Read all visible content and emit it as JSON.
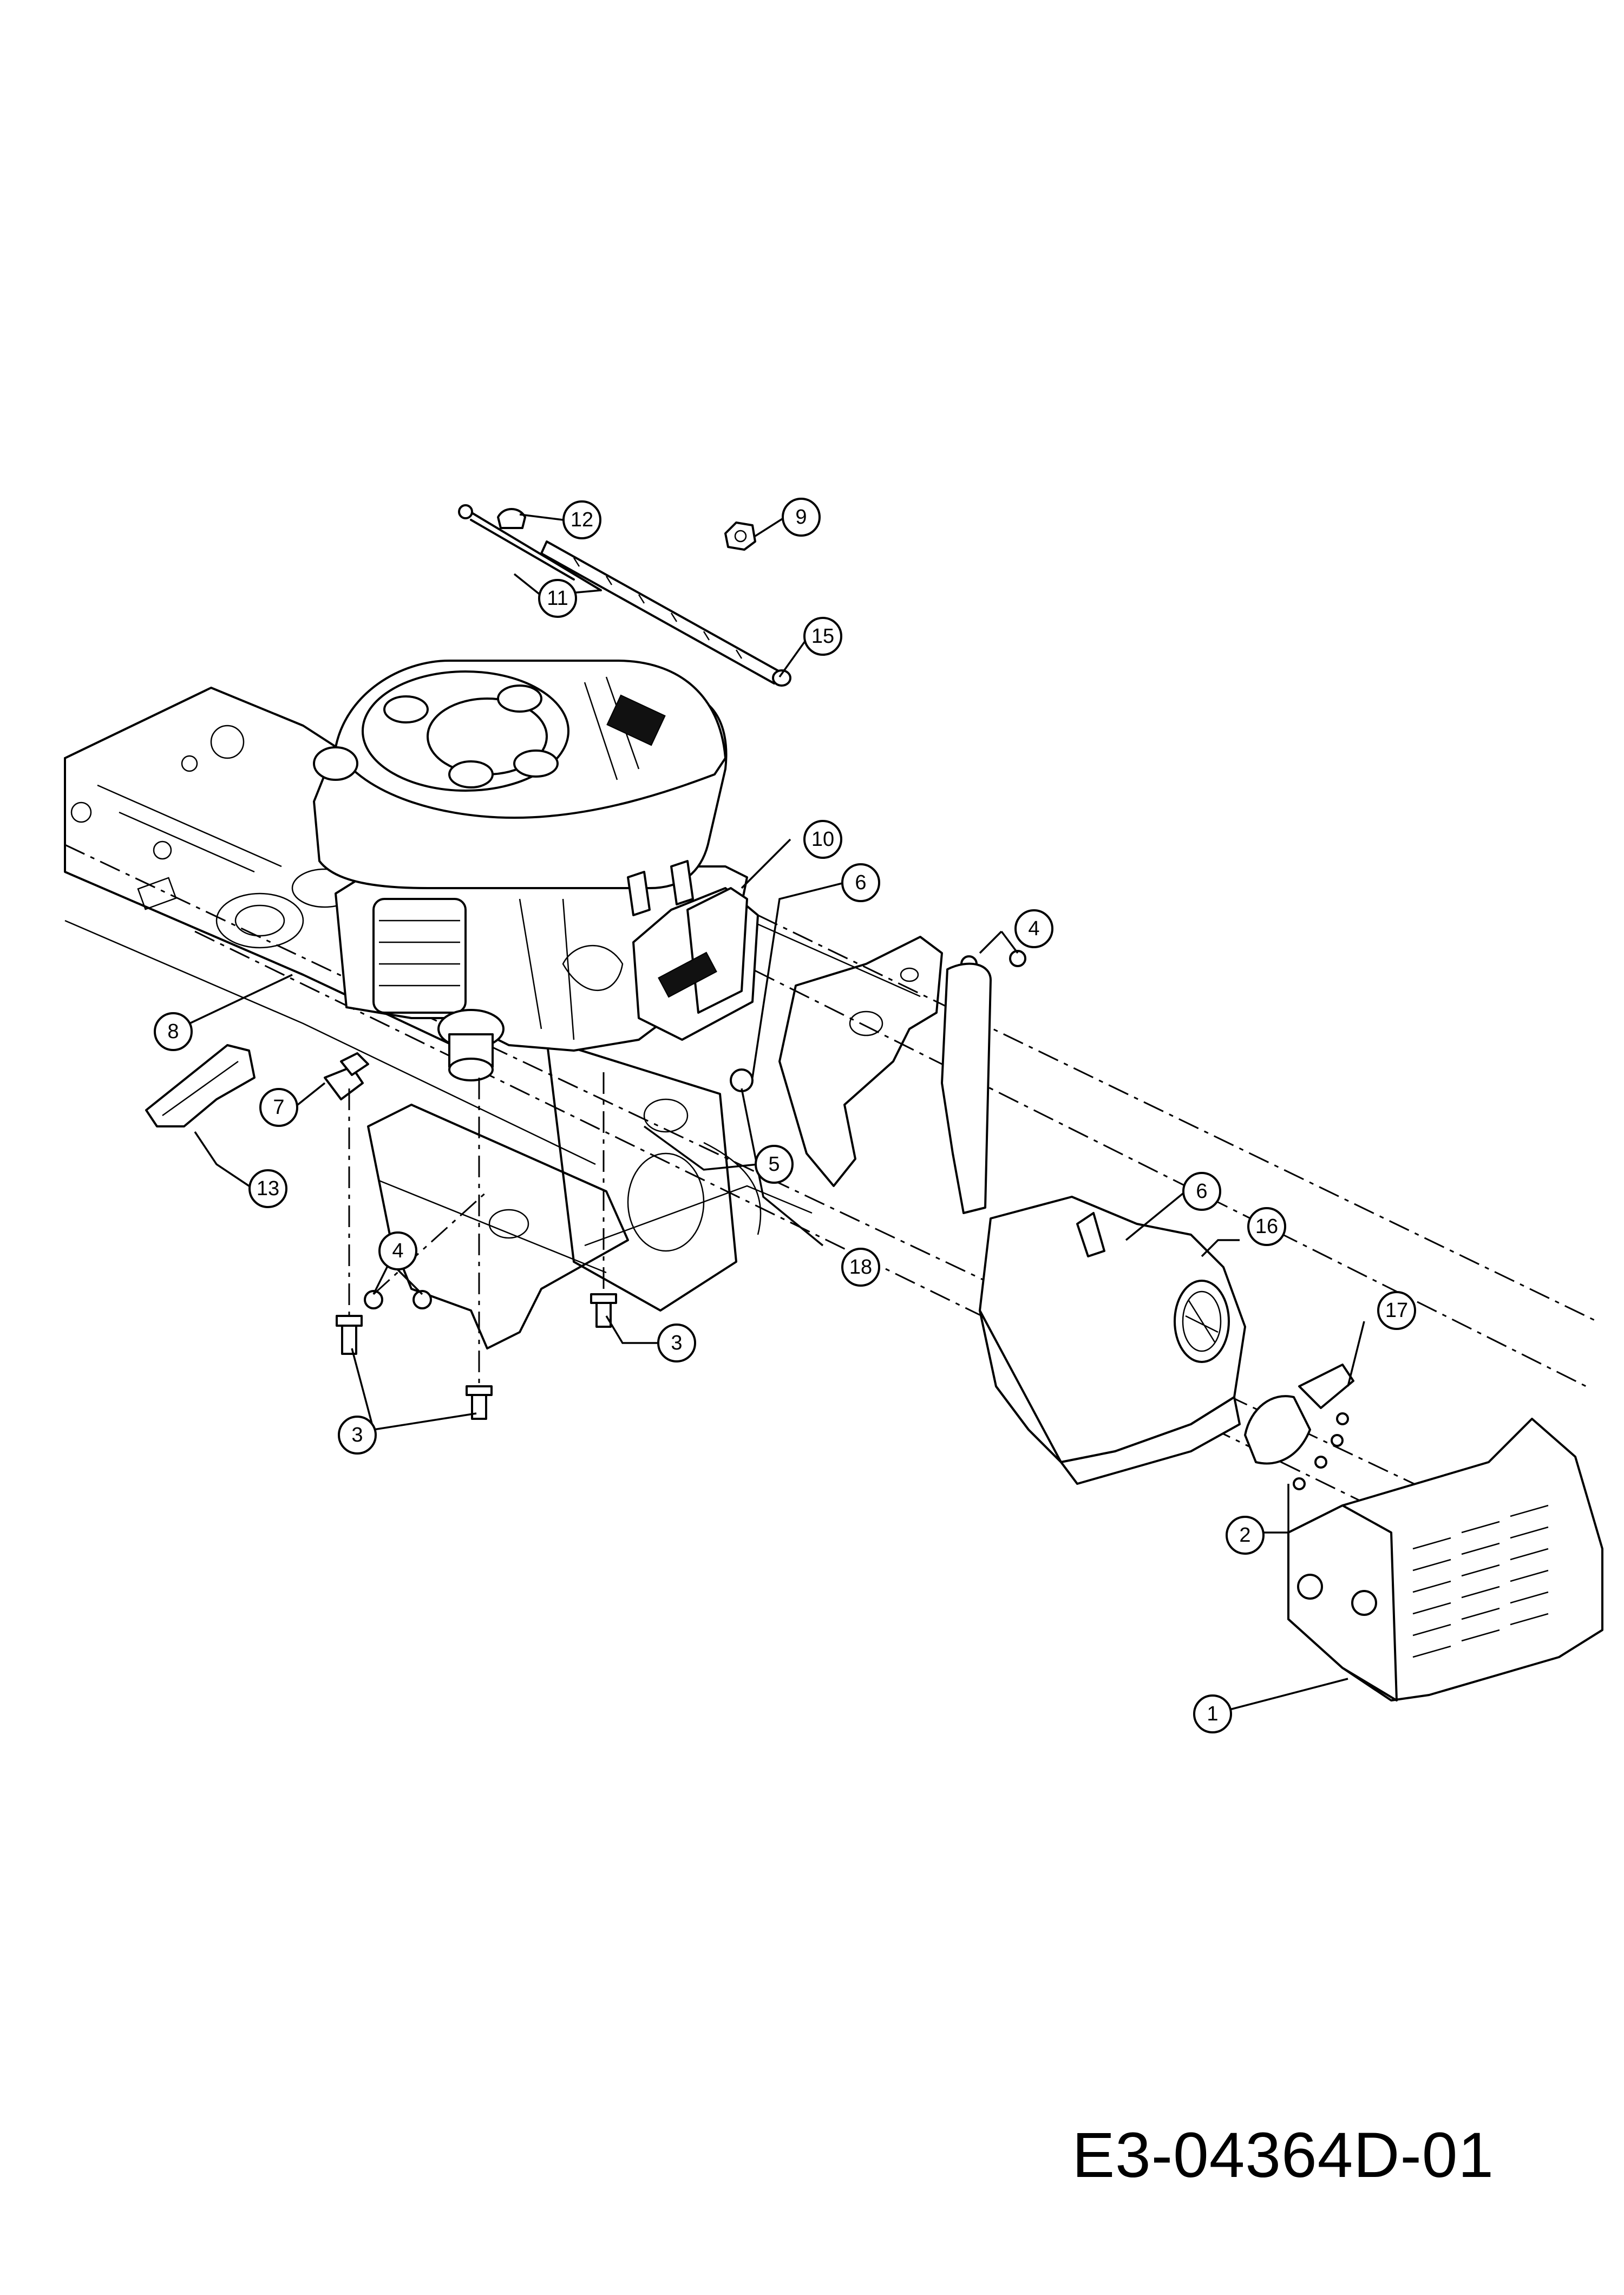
{
  "drawing": {
    "code": "E3-04364D-01",
    "callouts": [
      {
        "id": "c1",
        "label": "1"
      },
      {
        "id": "c2",
        "label": "2"
      },
      {
        "id": "c3a",
        "label": "3"
      },
      {
        "id": "c3b",
        "label": "3"
      },
      {
        "id": "c4a",
        "label": "4"
      },
      {
        "id": "c4b",
        "label": "4"
      },
      {
        "id": "c5",
        "label": "5"
      },
      {
        "id": "c6a",
        "label": "6"
      },
      {
        "id": "c6b",
        "label": "6"
      },
      {
        "id": "c7",
        "label": "7"
      },
      {
        "id": "c8",
        "label": "8"
      },
      {
        "id": "c9",
        "label": "9"
      },
      {
        "id": "c10",
        "label": "10"
      },
      {
        "id": "c11",
        "label": "11"
      },
      {
        "id": "c12",
        "label": "12"
      },
      {
        "id": "c13",
        "label": "13"
      },
      {
        "id": "c15",
        "label": "15"
      },
      {
        "id": "c16",
        "label": "16"
      },
      {
        "id": "c17",
        "label": "17"
      },
      {
        "id": "c18",
        "label": "18"
      }
    ]
  }
}
